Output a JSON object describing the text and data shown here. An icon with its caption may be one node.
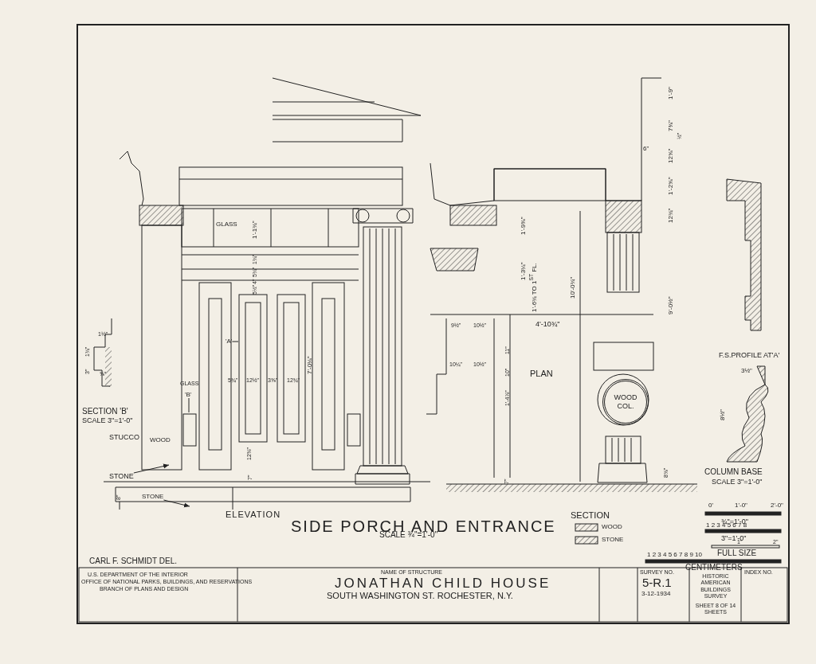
{
  "diagram": {
    "title": "SIDE PORCH AND ENTRANCE",
    "nodes": [
      {
        "text": [
          "STONE"
        ]
      },
      {
        "text": [
          "STONE"
        ]
      },
      {
        "text": [
          "'A'"
        ]
      },
      {
        "text": [
          "'B'"
        ]
      },
      {
        "text": [
          "WOOD COL."
        ]
      }
    ],
    "edges": [
      {
        "from": 0,
        "to": null,
        "arrow": "to"
      },
      {
        "from": 1,
        "to": null,
        "arrow": "to"
      },
      {
        "from": 2,
        "to": null,
        "arrow": "none"
      },
      {
        "from": 3,
        "to": null,
        "arrow": "none"
      }
    ],
    "labels": [
      "F.S.PROFILE AT'A'",
      "1'-9\"",
      "7⅜\"",
      "½\"",
      "6\"",
      "12⅝\"",
      "1'-2⅝\"",
      "12¾\"",
      "9'-0½\"",
      "GLASS",
      "1'-1¾\"",
      "1¾\"",
      "5¾\"",
      "4\"",
      "5½\"",
      "1'-9⅜\"",
      "1'-3¼\"",
      "10'-0¾\"",
      "1'-6¾ TO 1$^{ST}$ FL.",
      "9½\"",
      "10½\"",
      "4'-10¾\"",
      "11\"",
      "10¼\"",
      "10½\"",
      "10\"",
      "PLAN",
      "1'-4⅞\"",
      "3½\"",
      "7'-0⅛\"",
      "1½\"",
      "1¾\"",
      "3\"",
      "⅝\"",
      "GLASS",
      "5¾\"",
      "12½\"",
      "3⅝\"",
      "12¾\"",
      "8½\"",
      "SECTION 'B'",
      "SCALE 3\"=1'-0\"",
      "STUCCO",
      "WOOD",
      "12⅜\"",
      "7\"",
      "7\"",
      "8⅝\"",
      "COLUMN BASE",
      "SCALE 3\"=1'-0\"",
      "8\"",
      "0'",
      "1'-0\"",
      "2'-0\"",
      "¾\"=1'-0\"",
      "ELEVATION",
      "SECTION",
      "1 2 3 4 5 6 7 8",
      "3\"=1'-0\"",
      "SCALE ¾\"=1'-0\"",
      "1\"",
      "2\"",
      "FULL SIZE",
      "1 2 3 4 5 6 7 8 9 10",
      "CARL F. SCHMIDT DEL.",
      "CENTIMETERS",
      "U.S. DEPARTMENT OF THE INTERIOR",
      "OFFICE OF NATIONAL PARKS, BUILDINGS, AND RESERVATIONS",
      "BRANCH OF PLANS AND DESIGN",
      "NAME OF STRUCTURE",
      "JONATHAN CHILD HOUSE",
      "SOUTH WASHINGTON ST. ROCHESTER, N.Y.",
      "SURVEY NO.",
      "5-R.1",
      "3-12-1934",
      "HISTORIC AMERICAN BUILDINGS SURVEY",
      "SHEET 8 OF 14 SHEETS",
      "INDEX NO."
    ],
    "legend": [
      {
        "text": "WOOD"
      },
      {
        "text": "STONE"
      }
    ]
  }
}
